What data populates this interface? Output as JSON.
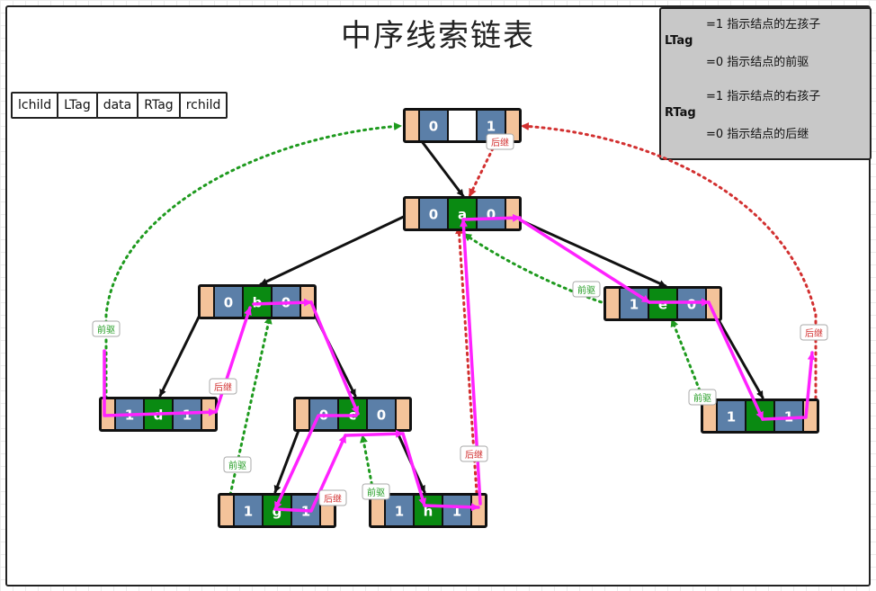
{
  "title": "中序线索链表",
  "legend_fields": [
    "lchild",
    "LTag",
    "data",
    "RTag",
    "rchild"
  ],
  "legend": {
    "ltag_key": "LTag",
    "ltag_1": "=1 指示结点的左孩子",
    "ltag_0": "=0 指示结点的前驱",
    "rtag_key": "RTag",
    "rtag_1": "=1 指示结点的右孩子",
    "rtag_0": "=0 指示结点的后继"
  },
  "label_pred": "前驱",
  "label_succ": "后继",
  "colors": {
    "tag": "#5b7fa8",
    "data": "#0a8a12",
    "empty": "#ffffff",
    "ptr": "#f4c39a",
    "tree_edge": "#111111",
    "thread_path": "#ff22ff",
    "pred_thread": "#1e9a1e",
    "succ_thread": "#d23030"
  },
  "nodes": [
    {
      "id": "head",
      "ltag": "0",
      "data": "",
      "rtag": "1"
    },
    {
      "id": "a",
      "ltag": "0",
      "data": "a",
      "rtag": "0"
    },
    {
      "id": "b",
      "ltag": "0",
      "data": "b",
      "rtag": "0"
    },
    {
      "id": "e",
      "ltag": "1",
      "data": "e",
      "rtag": "0"
    },
    {
      "id": "d",
      "ltag": "1",
      "data": "d",
      "rtag": "1"
    },
    {
      "id": "c",
      "ltag": "0",
      "data": "c",
      "rtag": "0"
    },
    {
      "id": "f",
      "ltag": "1",
      "data": "",
      "rtag": "1"
    },
    {
      "id": "g",
      "ltag": "1",
      "data": "g",
      "rtag": "1"
    },
    {
      "id": "h",
      "ltag": "1",
      "data": "h",
      "rtag": "1"
    }
  ]
}
